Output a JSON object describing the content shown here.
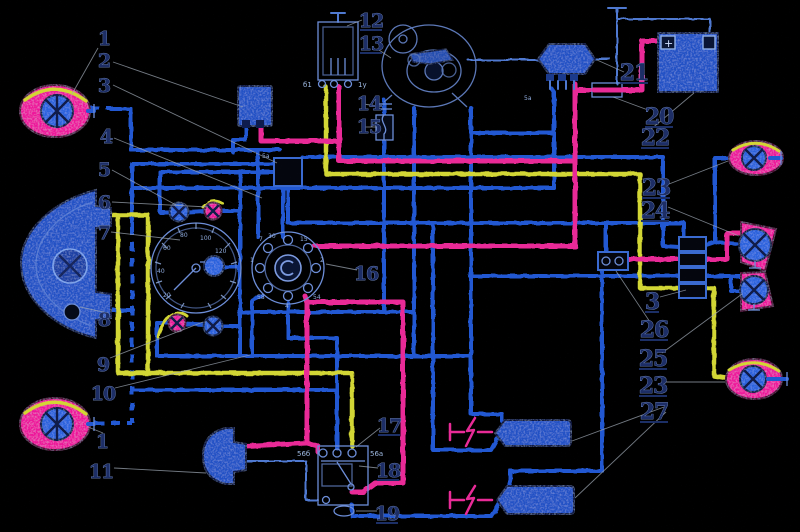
{
  "figure": {
    "kind": "motorcycle-wiring-diagram",
    "background": "#000000"
  },
  "colors": {
    "wire_blue": "#2d64d8",
    "wire_pink": "#e92b97",
    "wire_yellow": "#d2d634",
    "component_fill": "#2a57c8",
    "component_outline": "#8fb0e8",
    "callout_text": "#1c2f66",
    "leader_line": "#a8b2bf"
  },
  "callouts": [
    {
      "text": "1"
    },
    {
      "text": "2"
    },
    {
      "text": "3"
    },
    {
      "text": "4"
    },
    {
      "text": "5"
    },
    {
      "text": "6"
    },
    {
      "text": "7"
    },
    {
      "text": "8"
    },
    {
      "text": "9"
    },
    {
      "text": "10"
    },
    {
      "text": "1"
    },
    {
      "text": "11"
    },
    {
      "text": "12"
    },
    {
      "text": "13"
    },
    {
      "text": "14"
    },
    {
      "text": "15"
    },
    {
      "text": "16"
    },
    {
      "text": "17"
    },
    {
      "text": "18"
    },
    {
      "text": "19"
    },
    {
      "text": "20"
    },
    {
      "text": "21"
    },
    {
      "text": "22"
    },
    {
      "text": "23"
    },
    {
      "text": "24"
    },
    {
      "text": "3"
    },
    {
      "text": "26"
    },
    {
      "text": "25"
    },
    {
      "text": "23"
    },
    {
      "text": "27"
    }
  ],
  "micro_texts": {
    "battery_plus": "+",
    "dimmer_left": "56б",
    "dimmer_right": "56а",
    "flasher_t1": "б1",
    "flasher_t2": "1у",
    "mark_rectifier": "5а",
    "mark_junction": "5а"
  },
  "speedometer": {
    "dial_numbers": [
      "20",
      "40",
      "60",
      "80",
      "100",
      "120"
    ]
  },
  "ignition_marks": [
    "30",
    "15",
    "2",
    "54",
    "4",
    "58",
    "1",
    "7"
  ]
}
